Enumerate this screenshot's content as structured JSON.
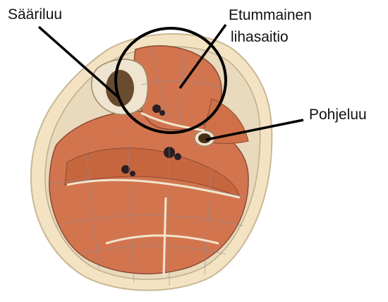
{
  "labels": {
    "saariluu": "Sääriluu",
    "etummainen_line1": "Etummainen",
    "etummainen_line2": "lihasaitio",
    "pohjeluu": "Pohjeluu"
  },
  "colors": {
    "skin": "#f3e3c2",
    "fascia": "#e8dcc4",
    "muscle": "#d2754f",
    "muscle_dark": "#b95a39",
    "bone": "#efe4cf",
    "marrow": "#5a3a1e",
    "vessel": "#2a1e22",
    "grid": "#8c8a9c",
    "line": "#000000"
  }
}
